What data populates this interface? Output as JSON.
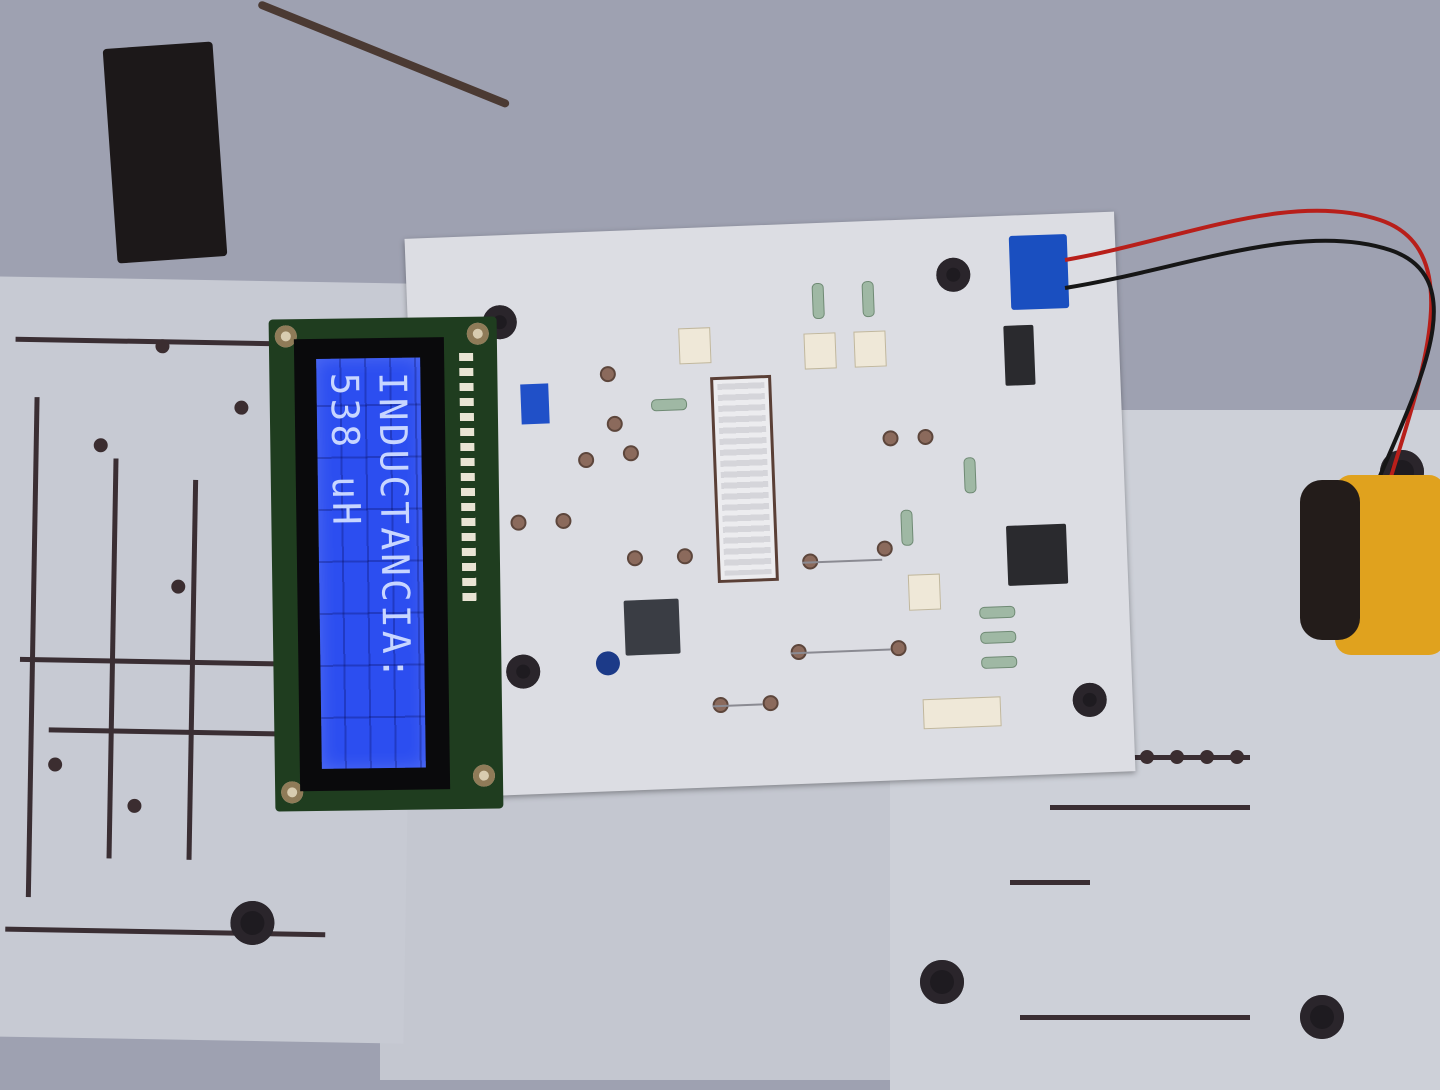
{
  "scene": {
    "description": "Photo of an inductance meter prototype: PCB with 16x2 blue LCD, microcontroller socket, 9V battery, on top of printed PCB layout sheets",
    "background_color": "#9ea1b1"
  },
  "lcd": {
    "line1": "INDUCTANCIA:",
    "line2": "538 uH",
    "backlight_color": "#2c4ef0",
    "text_color": "#c8d6ff",
    "measurement": {
      "value": 538,
      "unit": "uH",
      "label": "INDUCTANCIA"
    }
  },
  "components": {
    "lcd_module": "16x2 character LCD (green PCB)",
    "terminal_block": "blue 2-pin screw terminal",
    "battery": "9V battery (yellow)",
    "wire_colors": [
      "#c0201a",
      "#1a1a1a"
    ]
  }
}
